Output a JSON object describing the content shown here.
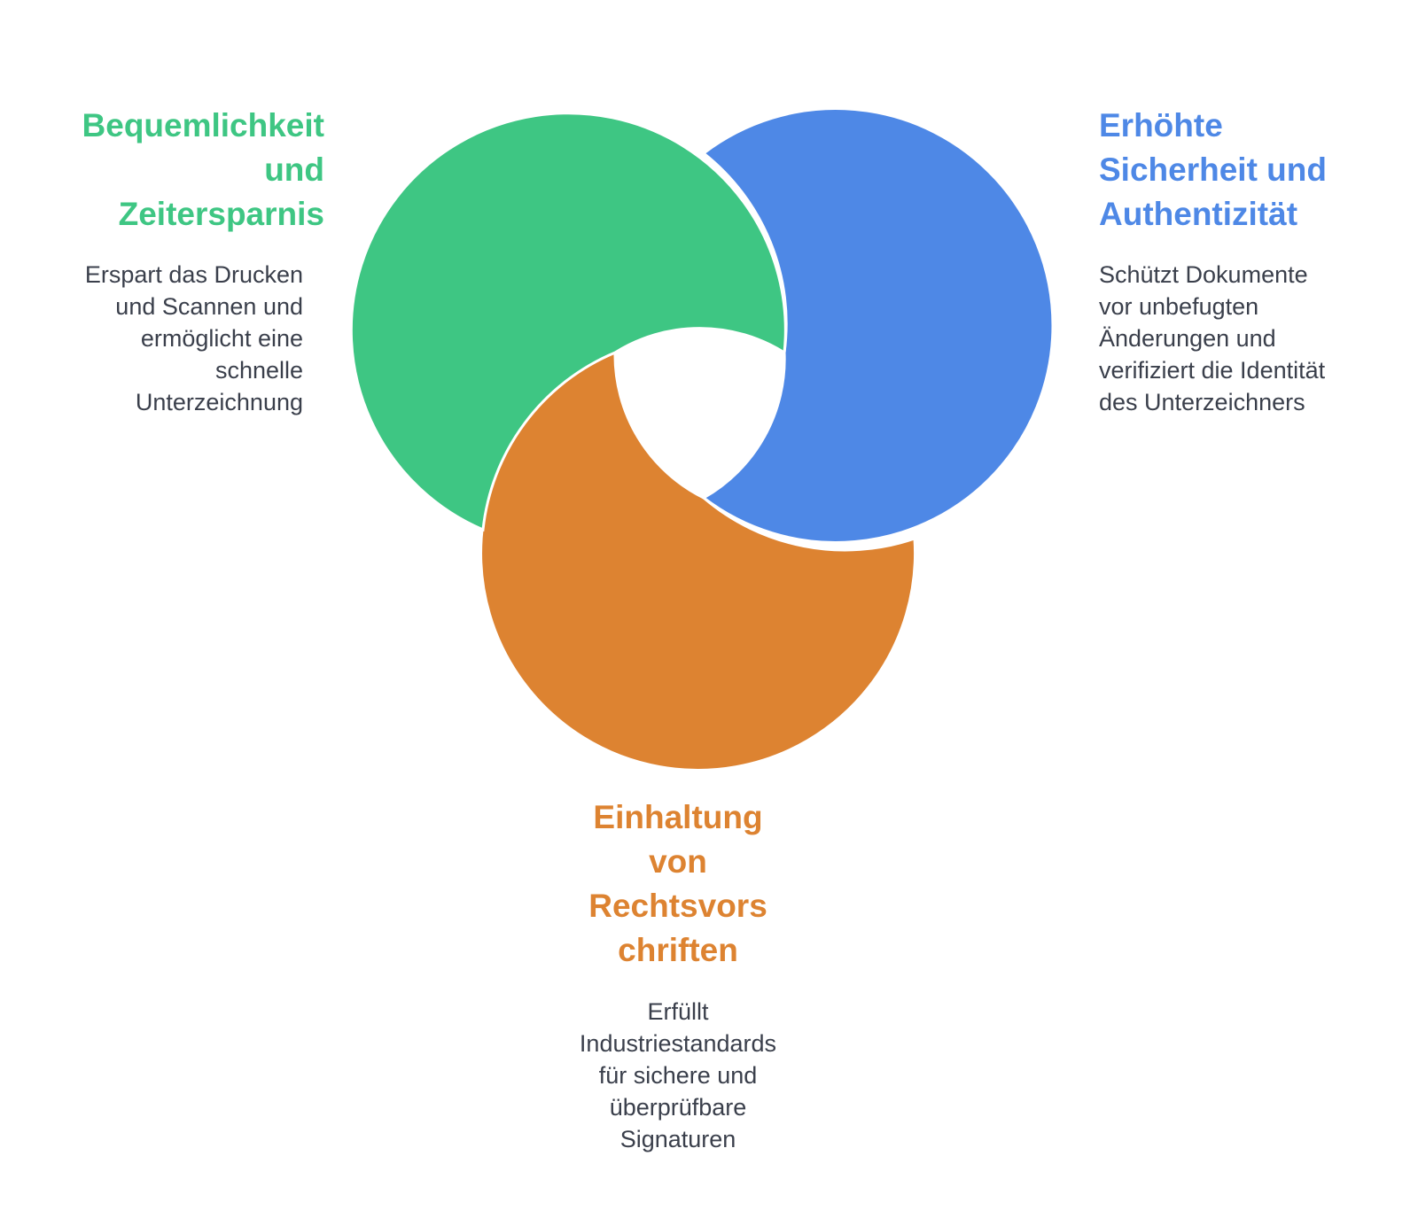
{
  "colors": {
    "green": "#3ec683",
    "blue": "#4e88e6",
    "orange": "#dd8331",
    "text": "#3a3f4b",
    "background": "#ffffff"
  },
  "segments": {
    "convenience": {
      "title_lines": [
        "Bequemlichkeit",
        "und",
        "Zeitersparnis"
      ],
      "desc_lines": [
        "Erspart das Drucken",
        "und Scannen und",
        "ermöglicht eine",
        "schnelle",
        "Unterzeichnung"
      ]
    },
    "security": {
      "title_lines": [
        "Erhöhte",
        "Sicherheit und",
        "Authentizität"
      ],
      "desc_lines": [
        "Schützt Dokumente",
        "vor unbefugten",
        "Änderungen und",
        "verifiziert die Identität",
        "des Unterzeichners"
      ]
    },
    "compliance": {
      "title_lines": [
        "Einhaltung",
        "von",
        "Rechtsvors",
        "chriften"
      ],
      "desc_lines": [
        "Erfüllt",
        "Industriestandards",
        "für sichere und",
        "überprüfbare",
        "Signaturen"
      ]
    }
  }
}
